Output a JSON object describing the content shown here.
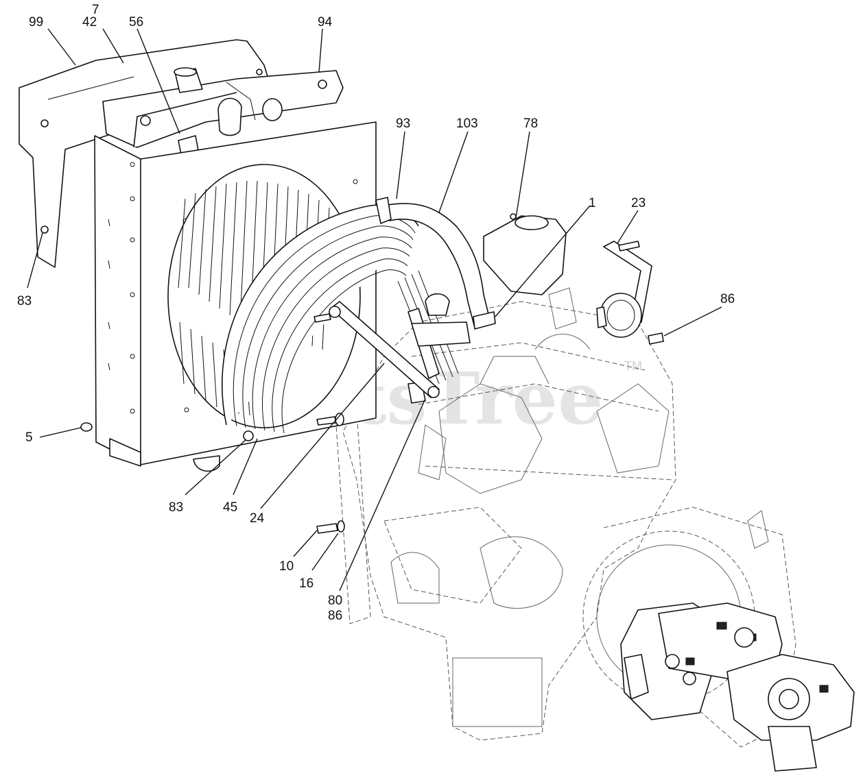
{
  "watermark": {
    "brand": "PartsTree",
    "trademark": "TM"
  },
  "callouts": [
    "7",
    "99",
    "42",
    "56",
    "94",
    "93",
    "103",
    "78",
    "1",
    "23",
    "86",
    "83",
    "5",
    "83",
    "45",
    "24",
    "10",
    "16",
    "80",
    "86"
  ]
}
